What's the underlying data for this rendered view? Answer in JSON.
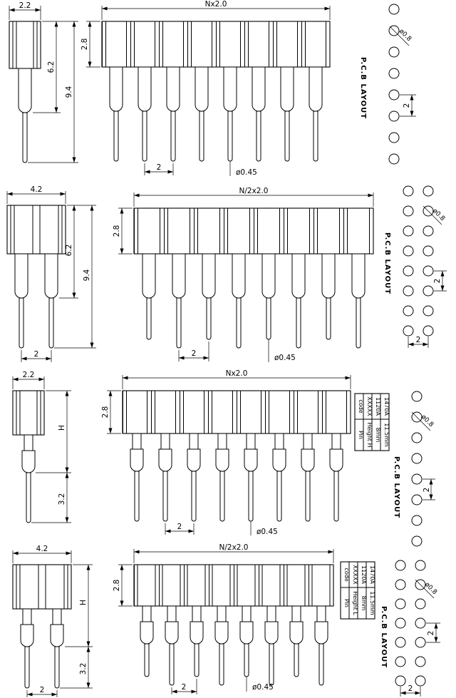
{
  "colors": {
    "line": "#000000",
    "background": "#ffffff"
  },
  "s1": {
    "side": {
      "w": "2.2",
      "h1": "6.2",
      "h2": "9.4"
    },
    "front": {
      "span": "Nx2.0",
      "bodyh": "2.8",
      "pitch": "2",
      "dia": "ø0.45"
    },
    "pcb": {
      "label": "P.C.B LAYOUT",
      "dia": "ø0.8",
      "pitch": "2"
    }
  },
  "s2": {
    "side": {
      "w": "4.2",
      "h1": "6.2",
      "h2": "9.4",
      "pitch": "2"
    },
    "front": {
      "span": "N/2x2.0",
      "bodyh": "2.8",
      "pitch": "2",
      "dia": "ø0.45"
    },
    "pcb": {
      "label": "P.C.B LAYOUT",
      "dia": "ø0.8",
      "vpitch": "2",
      "hpitch": "2"
    }
  },
  "s3": {
    "side": {
      "w": "2.2",
      "h1": "H",
      "h2": "3.2"
    },
    "front": {
      "span": "Nx2.0",
      "bodyh": "2.8",
      "pitch": "2",
      "dia": "ø0.45"
    },
    "table": {
      "rows": [
        [
          "code",
          "Pin"
        ],
        [
          "XXXXX",
          "Height H"
        ],
        [
          "1120A",
          "8mm"
        ],
        [
          "1470A",
          "11.5mm"
        ]
      ]
    },
    "pcb": {
      "label": "P.C.B LAYOUT",
      "dia": "ø0.8",
      "pitch": "2"
    }
  },
  "s4": {
    "side": {
      "w": "4.2",
      "h1": "H",
      "h2": "3.2",
      "pitch": "2"
    },
    "front": {
      "span": "N/2x2.0",
      "bodyh": "2.8",
      "pitch": "2",
      "dia": "ø0.45"
    },
    "table": {
      "rows": [
        [
          "code",
          "Pin"
        ],
        [
          "XXXXX",
          "Height L"
        ],
        [
          "1120A",
          "8mm"
        ],
        [
          "1470A",
          "11.5mm"
        ]
      ]
    },
    "pcb": {
      "label": "P.C.B LAYOUT",
      "dia": "ø0.8",
      "vpitch": "2",
      "hpitch": "2"
    }
  }
}
